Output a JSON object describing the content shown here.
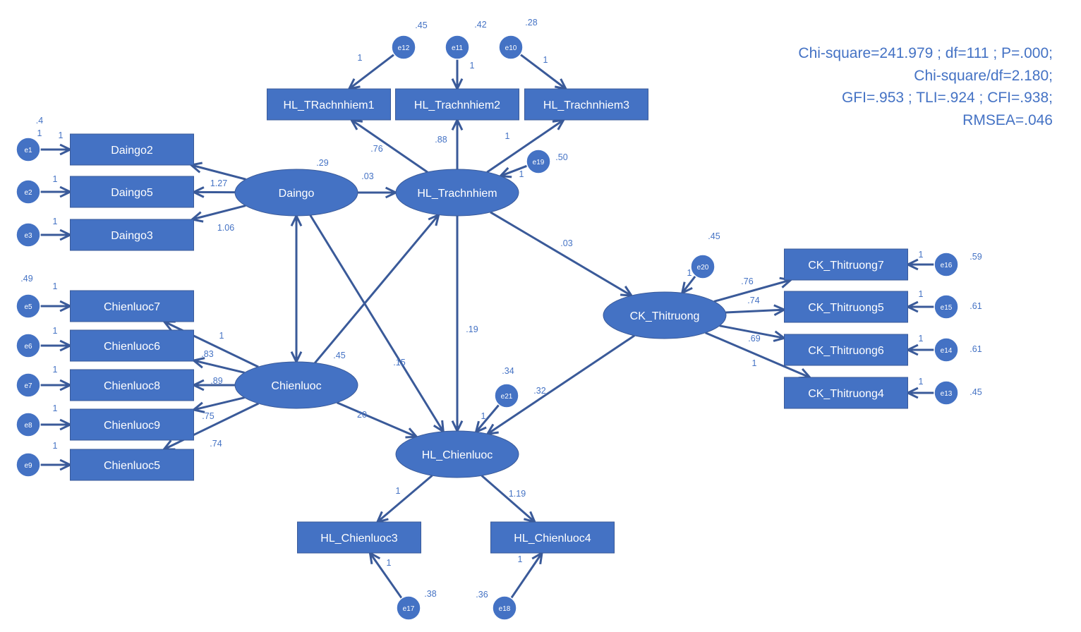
{
  "fit_stats": [
    "Chi-square=241.979 ; df=111 ; P=.000;",
    "Chi-square/df=2.180;",
    "GFI=.953 ; TLI=.924 ; CFI=.938;",
    "RMSEA=.046"
  ],
  "colors": {
    "fill": "#4472c4",
    "stroke": "#3a5a99",
    "text": "#ffffff",
    "label": "#4472c4"
  },
  "latent_variables": [
    "Daingo",
    "Chienluoc",
    "HL_Trachnhiem",
    "HL_Chienluoc",
    "CK_Thitruong"
  ],
  "observed_variables": [
    "Daingo2",
    "Daingo5",
    "Daingo3",
    "Chienluoc7",
    "Chienluoc6",
    "Chienluoc8",
    "Chienluoc9",
    "Chienluoc5",
    "HL_TRachnhiem1",
    "HL_Trachnhiem2",
    "HL_Trachnhiem3",
    "HL_Chienluoc3",
    "HL_Chienluoc4",
    "CK_Thitruong7",
    "CK_Thitruong5",
    "CK_Thitruong6",
    "CK_Thitruong4"
  ],
  "error_terms": [
    "e1",
    "e2",
    "e3",
    "e5",
    "e6",
    "e7",
    "e8",
    "e9",
    "e10",
    "e11",
    "e12",
    "e13",
    "e14",
    "e15",
    "e16",
    "e17",
    "e18",
    "e19",
    "e20",
    "e21"
  ],
  "coefficients": [
    ".4",
    "1",
    "1",
    "1",
    "1",
    "1.27",
    "1.06",
    ".29",
    ".03",
    ".49",
    "1",
    "1",
    "1",
    "1",
    "1",
    "1",
    ".83",
    ".89",
    ".75",
    ".74",
    ".45",
    ".45",
    "1",
    ".42",
    "1",
    ".28",
    "1",
    ".76",
    ".88",
    "1",
    ".50",
    "1",
    ".03",
    ".19",
    ".15",
    "20",
    ".34",
    "1",
    ".32",
    "1",
    "1.19",
    "1",
    ".38",
    ".36",
    "1",
    ".45",
    "1",
    ".76",
    ".74",
    ".69",
    "1",
    "1",
    ".59",
    "1",
    ".61",
    "1",
    ".61",
    "1",
    ".45"
  ]
}
